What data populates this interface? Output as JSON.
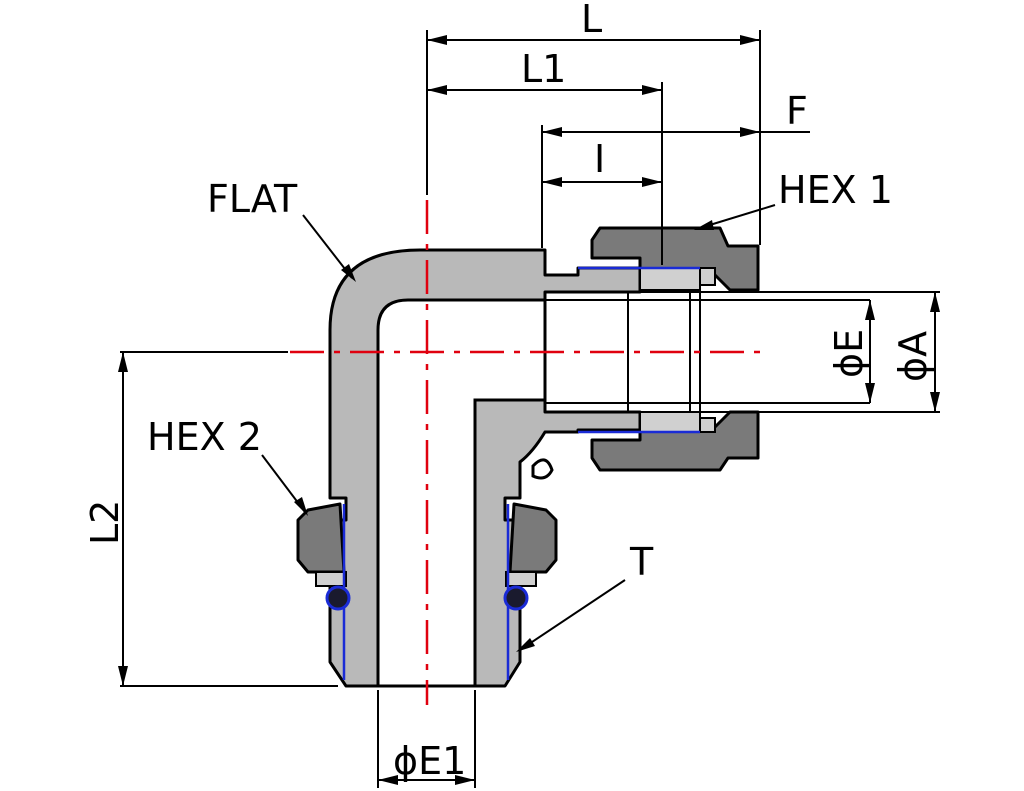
{
  "labels": {
    "L": "L",
    "L1": "L1",
    "F": "F",
    "I": "I",
    "FLAT": "FLAT",
    "HEX1": "HEX 1",
    "HEX2": "HEX 2",
    "L2": "L2",
    "E": "ϕE",
    "A": "ϕA",
    "T": "T",
    "E1": "ϕE1"
  },
  "colors": {
    "body": "#b9b9b9",
    "nut": "#7a7a7a",
    "centerline": "#e0000f",
    "seal": "#1a2bd6",
    "oring": "#1a1a2e"
  }
}
